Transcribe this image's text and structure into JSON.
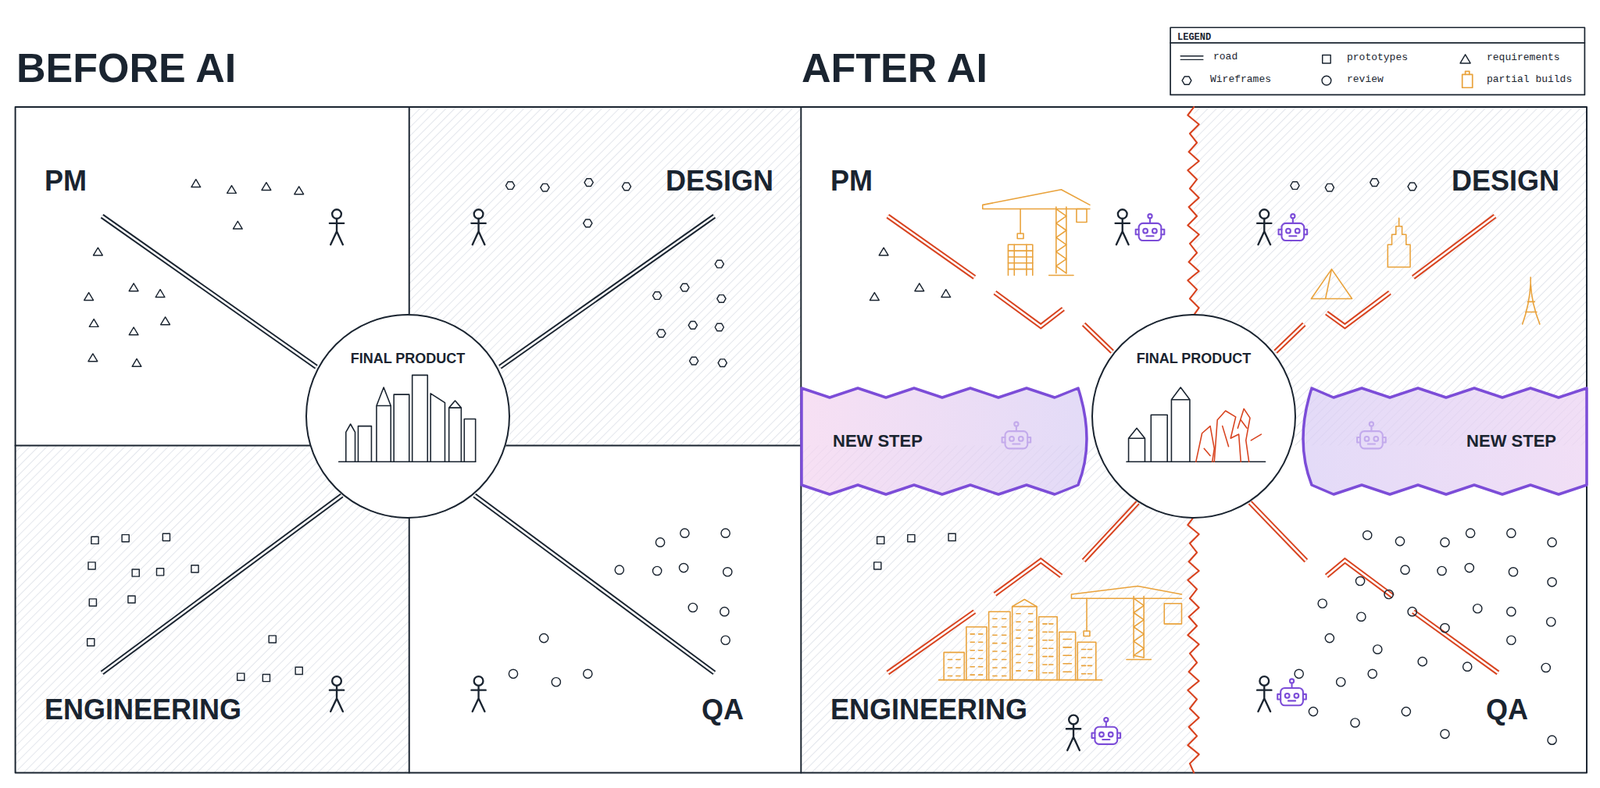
{
  "diagram": {
    "nodes": [
      {
        "text": [
          "FINAL PRODUCT"
        ]
      },
      {
        "text": [
          "NEW STEP"
        ]
      },
      {
        "text": [
          "FINAL PRODUCT"
        ]
      },
      {
        "text": [
          "NEW STEP"
        ]
      }
    ],
    "labels": [
      "BEFORE AI",
      "AFTER AI",
      "LEGEND",
      "PM",
      "DESIGN",
      "ENGINEERING",
      "QA",
      "PM",
      "DESIGN",
      "ENGINEERING",
      "QA"
    ],
    "legend": [
      {
        "text": "road"
      },
      {
        "text": "prototypes"
      },
      {
        "text": "requirements"
      },
      {
        "text": "Wireframes"
      },
      {
        "text": "review"
      },
      {
        "text": "partial builds"
      }
    ]
  }
}
